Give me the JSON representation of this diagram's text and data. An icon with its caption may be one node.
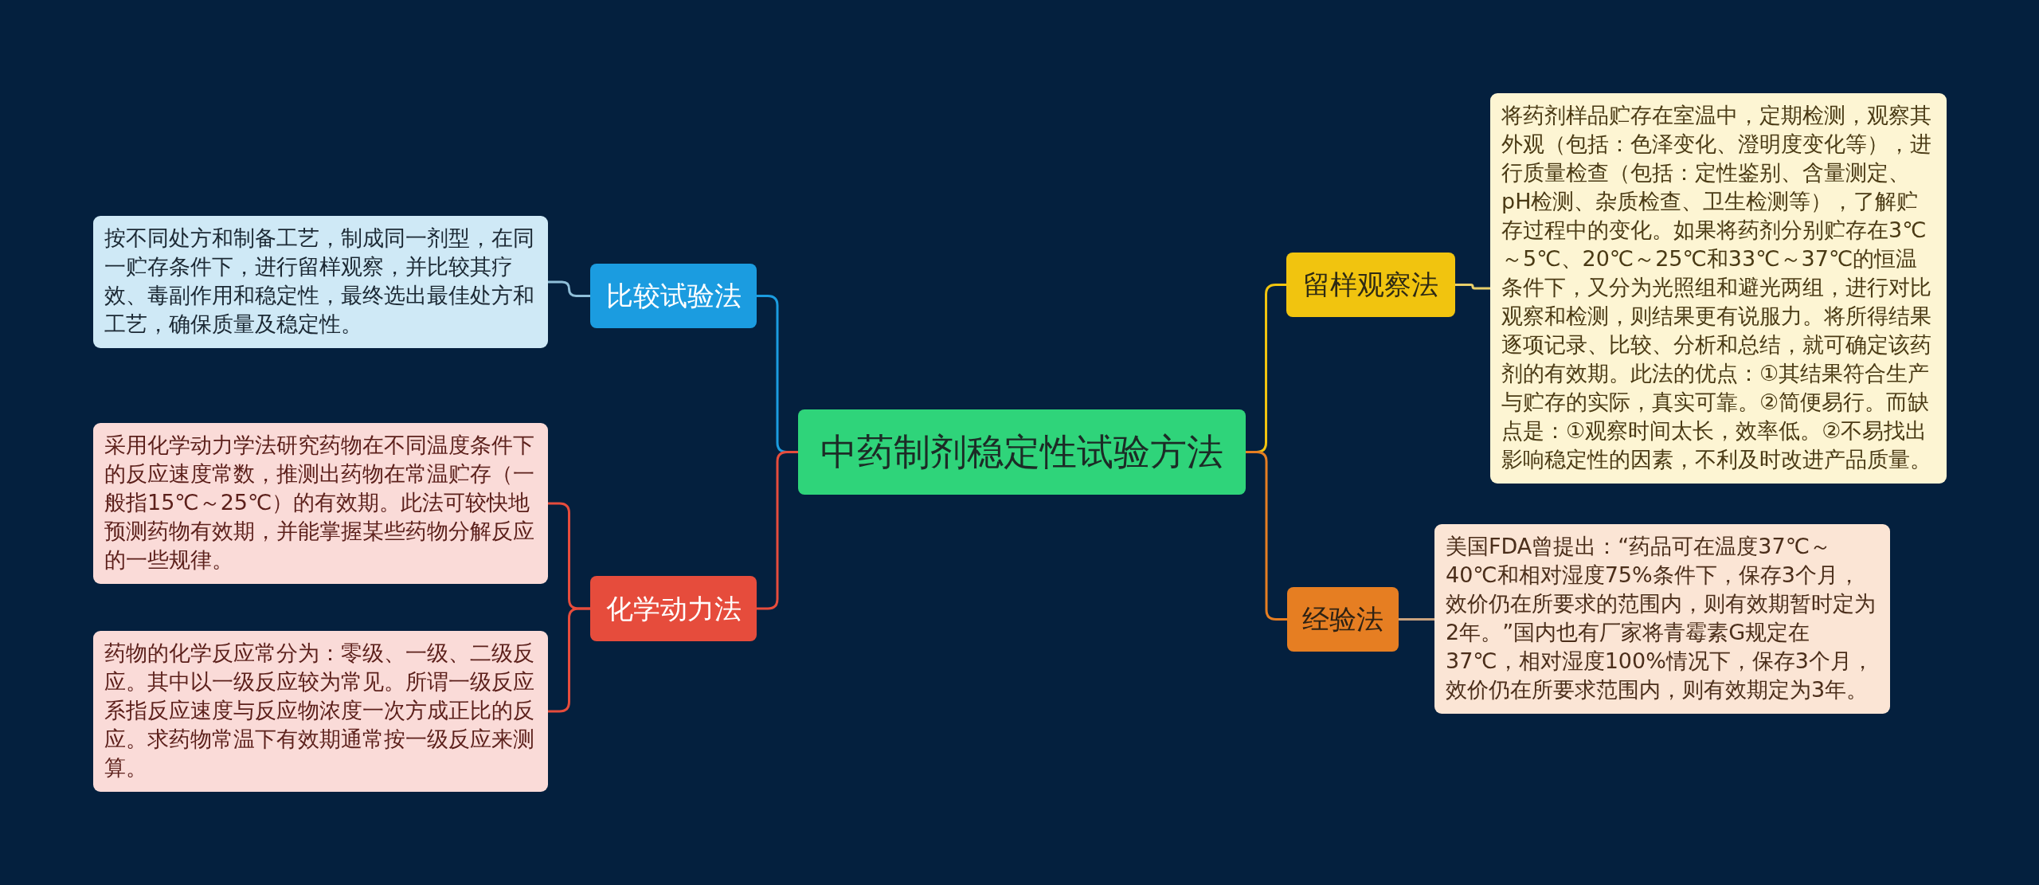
{
  "diagram": {
    "nodes": [
      {
        "text": [
          "中药制剂稳定性试验方法"
        ]
      },
      {
        "text": [
          "比较试验法"
        ]
      },
      {
        "text": [
          "按不同处方和制备工艺，制成同一剂型，在同一贮存条件下，进行留样观察，并比较其疗效、毒副作用和稳定性，最终选出最佳处方和工艺，确保质量及稳定性。"
        ]
      },
      {
        "text": [
          "化学动力法"
        ]
      },
      {
        "text": [
          "采用化学动力学法研究药物在不同温度条件下的反应速度常数，推测出药物在常温贮存（一般指15℃～25℃）的有效期。此法可较快地预测药物有效期，并能掌握某些药物分解反应的一些规律。"
        ]
      },
      {
        "text": [
          "药物的化学反应常分为：零级、一级、二级反应。其中以一级反应较为常见。所谓一级反应系指反应速度与反应物浓度一次方成正比的反应。求药物常温下有效期通常按一级反应来测算。"
        ]
      },
      {
        "text": [
          "留样观察法"
        ]
      },
      {
        "text": [
          "将药剂样品贮存在室温中，定期检测，观察其外观（包括：色泽变化、澄明度变化等），进行质量检查（包括：定性鉴别、含量测定、pH检测、杂质检查、卫生检测等），了解贮存过程中的变化。如果将药剂分别贮存在3℃～5℃、20℃～25℃和33℃～37℃的恒温条件下，又分为光照组和避光两组，进行对比观察和检测，则结果更有说服力。将所得结果逐项记录、比较、分析和总结，就可确定该药剂的有效期。此法的优点：①其结果符合生产与贮存的实际，真实可靠。②简便易行。而缺点是：①观察时间太长，效率低。②不易找出影响稳定性的因素，不利及时改进产品质量。"
        ]
      },
      {
        "text": [
          "经验法"
        ]
      },
      {
        "text": [
          "美国FDA曾提出：“药品可在温度37℃～40℃和相对湿度75%条件下，保存3个月，效价仍在所要求的范围内，则有效期暂时定为2年。”国内也有厂家将青霉素G规定在37℃，相对湿度100%情况下，保存3个月，效价仍在所要求范围内，则有效期定为3年。"
        ]
      }
    ],
    "edges": [
      {
        "from": 0,
        "to": 1,
        "arrow": "none",
        "color": "#1b9ce0"
      },
      {
        "from": 1,
        "to": 2,
        "arrow": "none",
        "color": "#8fbfd9"
      },
      {
        "from": 0,
        "to": 3,
        "arrow": "none",
        "color": "#e64c3c"
      },
      {
        "from": 3,
        "to": 4,
        "arrow": "none",
        "color": "#e64c3c"
      },
      {
        "from": 3,
        "to": 5,
        "arrow": "none",
        "color": "#e64c3c"
      },
      {
        "from": 0,
        "to": 6,
        "arrow": "none",
        "color": "#f1c40f"
      },
      {
        "from": 6,
        "to": 7,
        "arrow": "none",
        "color": "#e8cf6a"
      },
      {
        "from": 0,
        "to": 8,
        "arrow": "none",
        "color": "#e67e22"
      },
      {
        "from": 8,
        "to": 9,
        "arrow": "none",
        "color": "#c9a27e"
      }
    ]
  }
}
